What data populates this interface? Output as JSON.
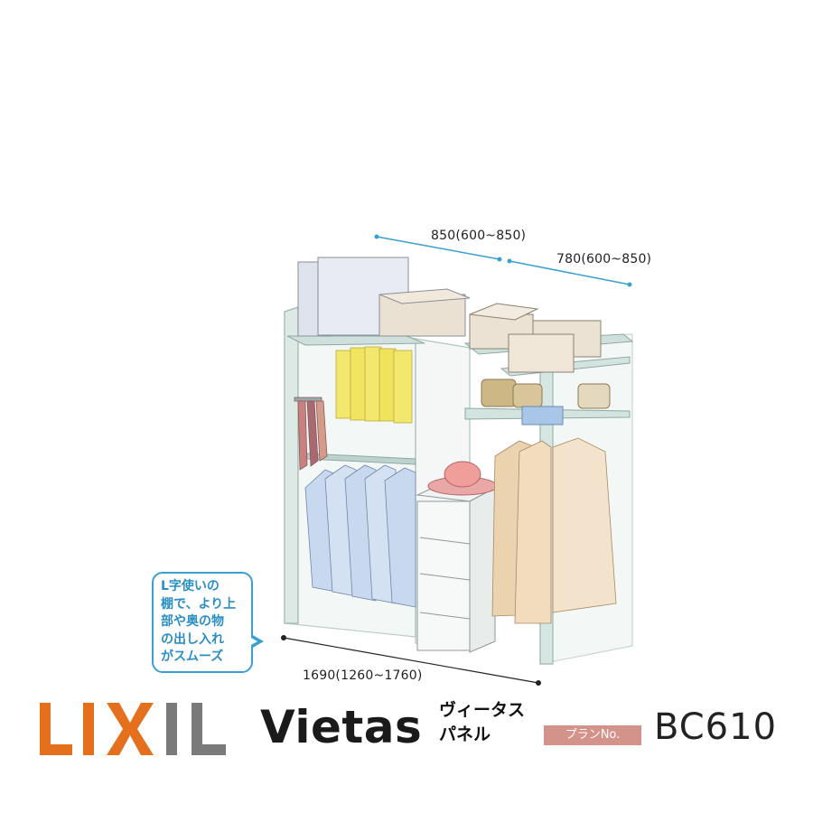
{
  "dimensions": {
    "depth_left": "850(600~850)",
    "depth_right": "780(600~850)",
    "width": "1690(1260~1760)"
  },
  "callout": {
    "lines": [
      "L字使いの",
      "棚で、より上",
      "部や奥の物",
      "の出し入れ",
      "がスムーズ"
    ]
  },
  "brand": {
    "logo_text": "LIXIL",
    "name": "Vietas",
    "product_line1": "ヴィータス",
    "product_line2": "パネル",
    "logo_orange": "#e4701e",
    "logo_gray": "#7a7a7a"
  },
  "plan": {
    "label": "プランNo.",
    "number": "BC610",
    "badge_color": "#d4938a"
  },
  "colors": {
    "accent_blue": "#3aa0d0"
  }
}
